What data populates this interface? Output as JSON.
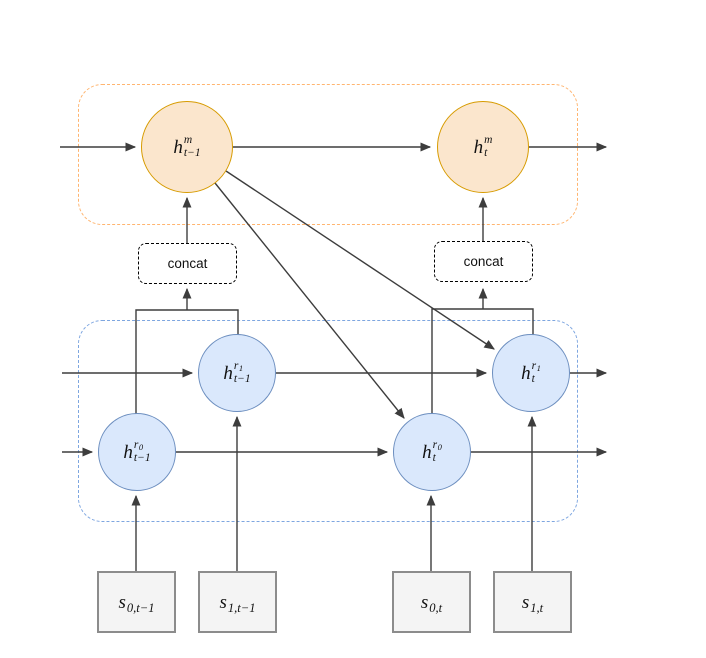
{
  "colors": {
    "background": "#ffffff",
    "arrow": "#3d3d3d",
    "memory_node_fill": "#fbe6cd",
    "memory_node_stroke": "#d79b00",
    "memory_group_stroke": "#ffb570",
    "recurrent_node_fill": "#dae8fc",
    "recurrent_node_stroke": "#6c8ebf",
    "recurrent_group_stroke": "#7ea6e0",
    "input_fill": "#f4f4f4",
    "input_stroke": "#8c8c8c",
    "concat_stroke": "#000000"
  },
  "nodes": {
    "hm_prev": {
      "base": "h",
      "sup": "m",
      "sub": "t−1"
    },
    "hm_t": {
      "base": "h",
      "sup": "m",
      "sub": "t"
    },
    "hr1_prev": {
      "base": "h",
      "sup": "r",
      "sup_sub": "1",
      "sub": "t−1"
    },
    "hr1_t": {
      "base": "h",
      "sup": "r",
      "sup_sub": "1",
      "sub": "t"
    },
    "hr0_prev": {
      "base": "h",
      "sup": "r",
      "sup_sub": "0",
      "sub": "t−1"
    },
    "hr0_t": {
      "base": "h",
      "sup": "r",
      "sup_sub": "0",
      "sub": "t"
    }
  },
  "operators": {
    "concat_left": "concat",
    "concat_right": "concat"
  },
  "inputs": {
    "s0_prev": {
      "base": "s",
      "sub": "0,t−1"
    },
    "s1_prev": {
      "base": "s",
      "sub": "1,t−1"
    },
    "s0_t": {
      "base": "s",
      "sub": "0,t"
    },
    "s1_t": {
      "base": "s",
      "sub": "1,t"
    }
  }
}
